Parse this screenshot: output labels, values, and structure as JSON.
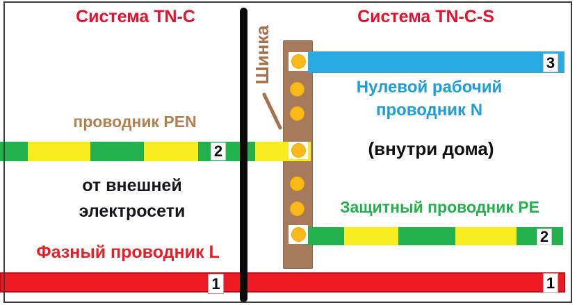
{
  "diagram": {
    "left_system_title": "Система TN-C",
    "right_system_title": "Система TN-C-S",
    "busbar_label": "Шинка",
    "pen_label": "проводник PEN",
    "neutral_label_line1": "Нулевой рабочий",
    "neutral_label_line2": "проводник N",
    "location_note": "(внутри дома)",
    "source_note_line1": "от внешней",
    "source_note_line2": "электросети",
    "pe_label": "Защитный проводник PE",
    "phase_label": "Фазный проводник L",
    "markers": {
      "phase_left": "1",
      "phase_right": "1",
      "pen": "2",
      "pe": "2",
      "neutral": "3"
    },
    "colors": {
      "phase_red": "#ed1c24",
      "neutral_blue": "#29abe2",
      "protective_green": "#22b14c",
      "pen_yellow": "#f7ec1d",
      "busbar_brown": "#a87a5c",
      "terminal_gold": "#f9b916",
      "title_red": "#e8112d",
      "label_brown": "#b5804f",
      "divider_black": "#0a0a0a"
    }
  }
}
